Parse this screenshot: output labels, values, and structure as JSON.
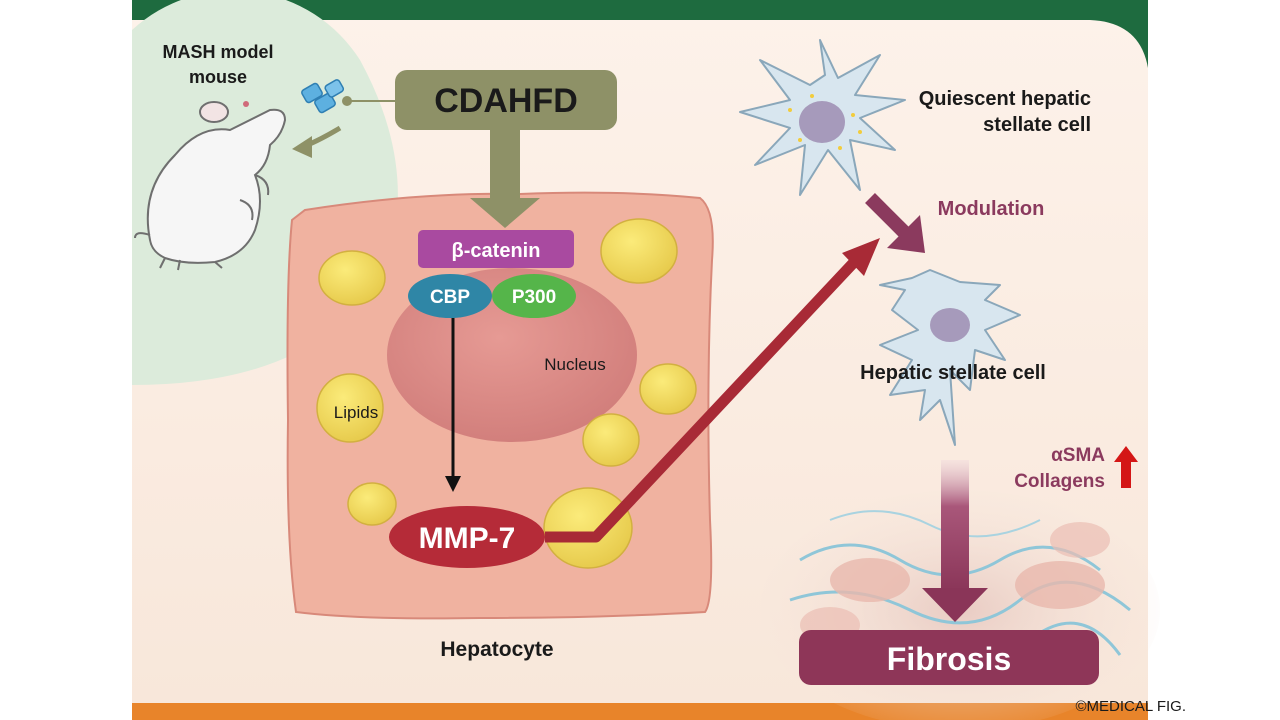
{
  "labels": {
    "mouse": "MASH model mouse",
    "mouse_line1": "MASH model",
    "mouse_line2": "mouse",
    "cdahfd": "CDAHFD",
    "beta_catenin": "β-catenin",
    "cbp": "CBP",
    "p300": "P300",
    "nucleus": "Nucleus",
    "lipids": "Lipids",
    "mmp7": "MMP-7",
    "hepatocyte": "Hepatocyte",
    "quiescent_line1": "Quiescent hepatic",
    "quiescent_line2": "stellate cell",
    "modulation": "Modulation",
    "stellate": "Hepatic stellate cell",
    "asma": "αSMA",
    "collagens": "Collagens",
    "fibrosis": "Fibrosis",
    "copyright": "©MEDICAL FIG."
  },
  "colors": {
    "top_bar": "#1e6b3f",
    "bottom_bar": "#e8842a",
    "cdahfd_box": "#8e9167",
    "beta_catenin_box": "#a94aa0",
    "cbp": "#2f86a6",
    "p300": "#55b54a",
    "mmp7": "#b52b38",
    "arrow_red": "#a82a36",
    "modulation": "#8b3a5e",
    "fibrosis_box": "#8e3658",
    "up_arrow": "#d41616"
  }
}
